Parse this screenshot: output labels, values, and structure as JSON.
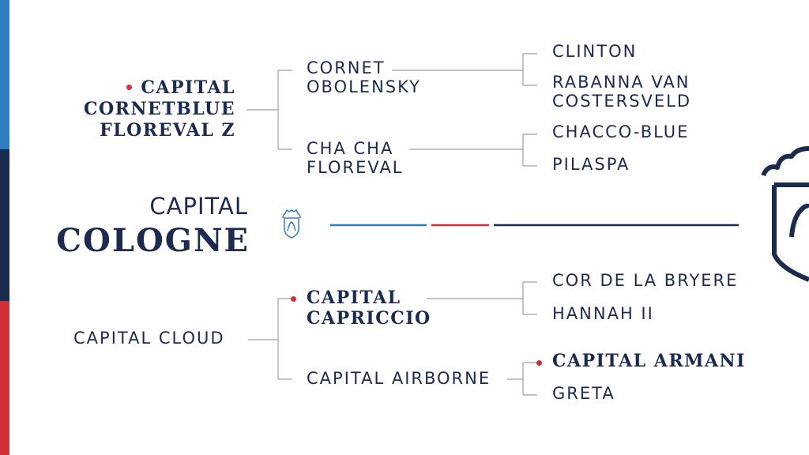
{
  "colors": {
    "blue": "#2f7fc0",
    "navy": "#1d2a4f",
    "red": "#d42e37",
    "line": "#9aa0ac"
  },
  "icons": [
    "crest-icon",
    "crest-logo-icon",
    "marker-dot-icon"
  ],
  "subject": {
    "line1": "CAPITAL",
    "line2": "COLOGNE"
  },
  "sire": {
    "line1": "CAPITAL",
    "line2": "CORNETBLUE",
    "line3": "FLOREVAL Z"
  },
  "dam": {
    "name": "CAPITAL CLOUD"
  },
  "sire_sire": {
    "line1": "CORNET",
    "line2": "OBOLENSKY"
  },
  "sire_dam": {
    "line1": "CHA CHA",
    "line2": "FLOREVAL"
  },
  "dam_sire": {
    "line1": "CAPITAL",
    "line2": "CAPRICCIO"
  },
  "dam_dam": {
    "name": "CAPITAL AIRBORNE"
  },
  "g3": {
    "ss_sire": "CLINTON",
    "ss_dam_line1": "RABANNA VAN",
    "ss_dam_line2": "COSTERSVELD",
    "sd_sire": "CHACCO-BLUE",
    "sd_dam": "PILASPA",
    "ds_sire": "COR DE LA BRYERE",
    "ds_dam": "HANNAH II",
    "dd_sire": "CAPITAL ARMANI",
    "dd_dam": "GRETA"
  }
}
